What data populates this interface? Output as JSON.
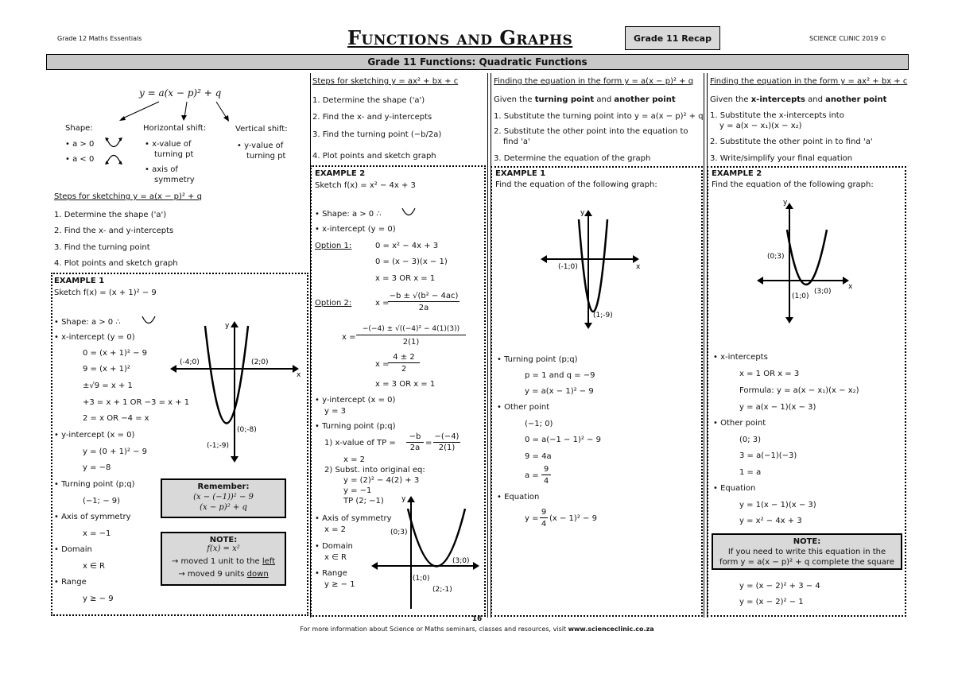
{
  "header": {
    "left": "Grade 12 Maths Essentials",
    "title": "Functions and Graphs",
    "recap": "Grade 11 Recap",
    "right": "SCIENCE CLINIC 2019 ©"
  },
  "band": "Grade 11 Functions: Quadratic Functions",
  "col1": {
    "formula": "y = a(x − p)² + q",
    "shape": "Shape:",
    "hshift": "Horizontal shift:",
    "vshift": "Vertical shift:",
    "a_pos": "a > 0",
    "a_neg": "a < 0",
    "hs1": "x-value of",
    "hs2": "turning pt",
    "hs3": "axis of",
    "hs4": "symmetry",
    "vs1": "y-value of",
    "vs2": "turning pt",
    "steps_title": "Steps for sketching  y = a(x − p)² + q",
    "steps": [
      "1. Determine the shape ('a')",
      "2. Find the x- and y-intercepts",
      "3. Find the turning point",
      "4. Plot points and sketch graph"
    ],
    "ex_title": "EXAMPLE 1",
    "ex_sketch": "Sketch  f(x) = (x + 1)² − 9",
    "l1": "Shape: a > 0  ∴",
    "l2": "x-intercept (y = 0)",
    "m1": "0 = (x + 1)² − 9",
    "m2": "9 = (x + 1)²",
    "m3": "±√9 = x + 1",
    "m4": "+3 = x + 1   OR   −3 = x + 1",
    "m5": "2 = x   OR   −4 = x",
    "l3": "y-intercept (x = 0)",
    "m6": "y = (0 + 1)² − 9",
    "m7": "y = −8",
    "l4": "Turning point (p;q)",
    "m8": "(−1; − 9)",
    "l5": "Axis of symmetry",
    "m9": "x = −1",
    "l6": "Domain",
    "m10": "x ∈ R",
    "l7": "Range",
    "m11": "y ≥ − 9",
    "rem_t": "Remember:",
    "rem_1": "(x − (−1))² − 9",
    "rem_2": "(x − p)² + q",
    "note_t": "NOTE:",
    "note_1": "f(x) = x²",
    "note_2": "→ moved 1 unit to the",
    "note_2u": "left",
    "note_3": "→ moved 9 units",
    "note_3u": "down",
    "g_y": "y",
    "g_x": "x",
    "g_a": "(-4;0)",
    "g_b": "(2;0)",
    "g_c": "(0;-8)",
    "g_d": "(-1;-9)"
  },
  "col2": {
    "steps_title": "Steps for sketching  y = ax² + bx + c",
    "s1": "1. Determine the shape ('a')",
    "s2": "2. Find the x- and y-intercepts",
    "s3": "3. Find the turning point (−b/2a)",
    "s4": "4. Plot points and sketch graph",
    "ex_title": "EXAMPLE 2",
    "ex_sketch": "Sketch  f(x) = x² − 4x + 3",
    "l1": "Shape: a > 0   ∴",
    "l2": "x-intercept (y = 0)",
    "opt1": "Option 1:",
    "o1a": "0 = x² − 4x + 3",
    "o1b": "0 = (x − 3)(x − 1)",
    "o1c": "x = 3   OR   x = 1",
    "opt2": "Option 2:",
    "o2a_l": "x =",
    "o2a_n": "−b ± √(b² − 4ac)",
    "o2a_d": "2a",
    "o2b_l": "x =",
    "o2b_n": "−(−4) ± √((−4)² − 4(1)(3))",
    "o2b_d": "2(1)",
    "o2c_l": "x =",
    "o2c_n": "4 ± 2",
    "o2c_d": "2",
    "o2d": "x = 3   OR   x = 1",
    "l3": "y-intercept (x = 0)",
    "m1": "y = 3",
    "l4": "Turning point (p;q)",
    "tp1": "1)   x-value of TP =",
    "tp1a": "−b",
    "tp1b": "2a",
    "tp1c": "−(−4)",
    "tp1d": "2(1)",
    "tp2": "x = 2",
    "tp3": "2)   Subst. into original eq:",
    "tp4": "y = (2)² − 4(2) + 3",
    "tp5": "y = −1",
    "tp6": "TP (2; −1)",
    "l5": "Axis of symmetry",
    "m2": "x = 2",
    "l6": "Domain",
    "m3": "x ∈ R",
    "l7": "Range",
    "m4": "y ≥ − 1",
    "g_y": "y",
    "g_a": "(0;3)",
    "g_b": "(3;0)",
    "g_c": "(1;0)",
    "g_d": "(2;-1)"
  },
  "col3": {
    "title": "Finding the equation in the form  y = a(x − p)² + q",
    "given_a": "Given the",
    "given_b": "turning point",
    "given_c": "and",
    "given_d": "another point",
    "s1": "1. Substitute the turning point into  y = a(x − p)² + q",
    "s2a": "2. Substitute the other point into the equation to",
    "s2b": "find 'a'",
    "s3": "3. Determine the equation of the graph",
    "ex_title": "EXAMPLE 1",
    "ex_sub": "Find the equation of the following graph:",
    "g_y": "y",
    "g_x": "x",
    "g_a": "(-1;0)",
    "g_b": "(1;-9)",
    "l1": "Turning point (p;q)",
    "m1": "p = 1 and q = −9",
    "m2": "y = a(x − 1)² − 9",
    "l2": "Other point",
    "m3": "(−1; 0)",
    "m4": "0 = a(−1 − 1)² − 9",
    "m5": "9 = 4a",
    "m6": "a =",
    "m6n": "9",
    "m6d": "4",
    "l3": "Equation",
    "m7": "y =",
    "m7n": "9",
    "m7d": "4",
    "m7r": "(x − 1)² − 9"
  },
  "col4": {
    "title": "Finding the equation in the form  y = ax² + bx + c",
    "given_a": "Given the",
    "given_b": "x-intercepts",
    "given_c": "and",
    "given_d": "another point",
    "s1": "1. Substitute the x-intercepts into",
    "s1b": "y = a(x − x₁)(x − x₂)",
    "s2": "2. Substitute the other point in to find 'a'",
    "s3": "3. Write/simplify your final equation",
    "ex_title": "EXAMPLE 2",
    "ex_sub": "Find the equation of the following graph:",
    "g_y": "y",
    "g_x": "x",
    "g_a": "(0;3)",
    "g_b": "(1;0)",
    "g_c": "(3;0)",
    "l1": "x-intercepts",
    "m1": "x = 1 OR  x = 3",
    "m2": "Formula: y = a(x − x₁)(x − x₂)",
    "m3": "y = a(x − 1)(x − 3)",
    "l2": "Other point",
    "m4": "(0; 3)",
    "m5": "3 = a(−1)(−3)",
    "m6": "1 = a",
    "l3": "Equation",
    "m7": "y = 1(x − 1)(x − 3)",
    "m8": "y = x² − 4x + 3",
    "note_t": "NOTE:",
    "note_1": "If you need to write this equation in the",
    "note_2": "form y = a(x − p)² + q complete the square",
    "m9": "y = (x − 2)² + 3 − 4",
    "m10": "y = (x − 2)² − 1"
  },
  "footer": {
    "page": "16",
    "text": "For more information about Science or Maths seminars, classes and resources, visit",
    "url": "www.scienceclinic.co.za"
  }
}
